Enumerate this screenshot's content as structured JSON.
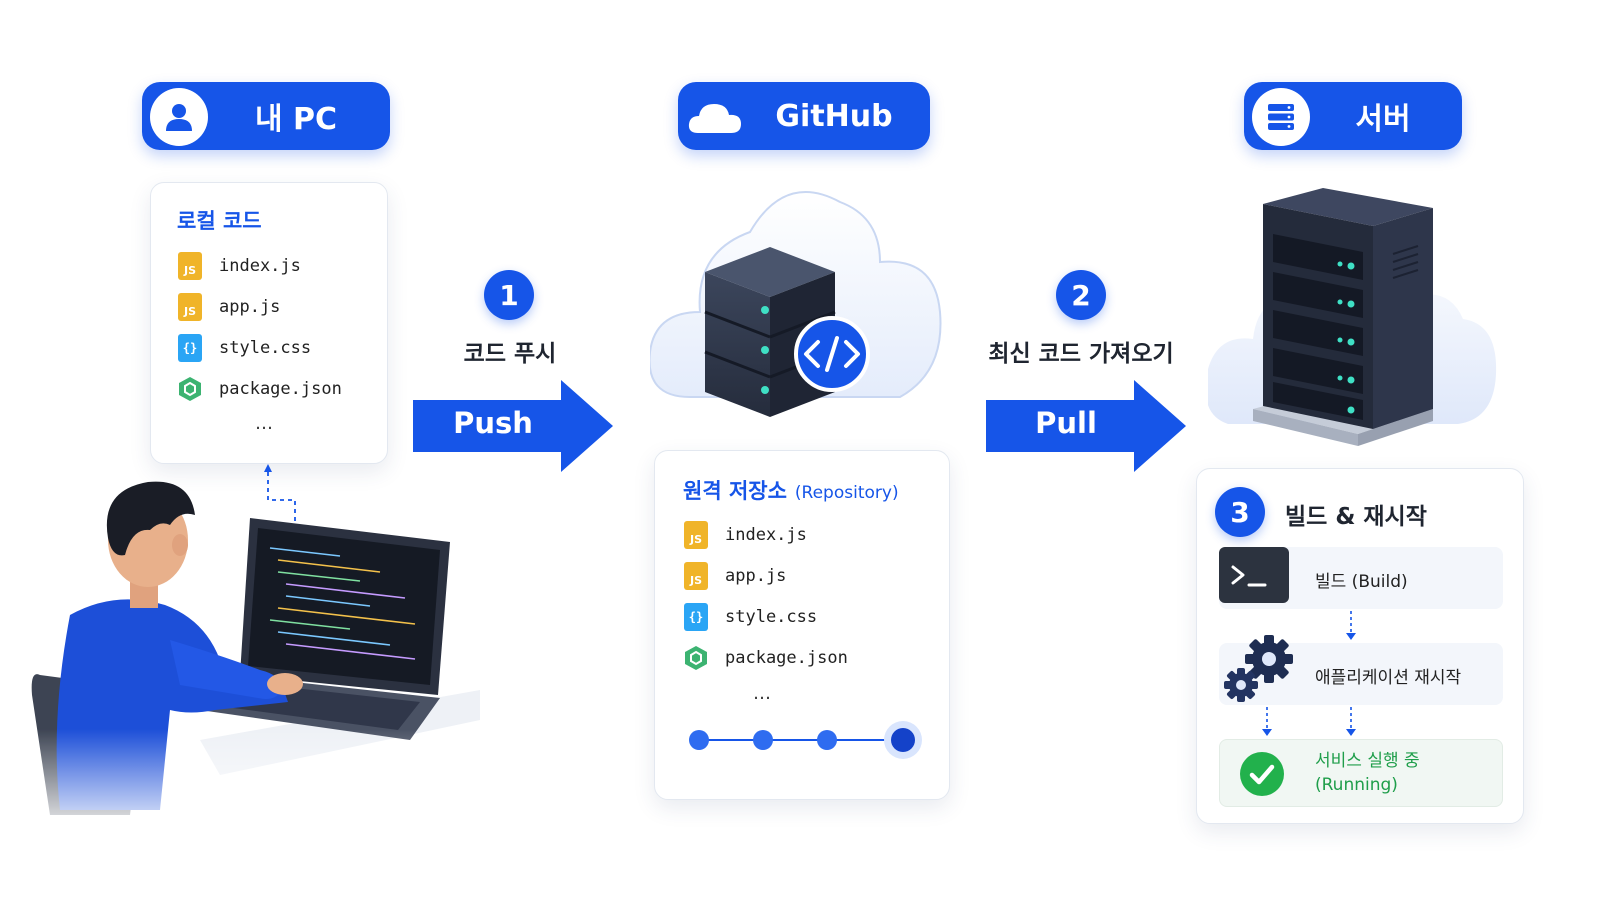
{
  "columns": {
    "pc": {
      "label": "내 PC",
      "icon": "user-icon"
    },
    "github": {
      "label": "GitHub",
      "icon": "cloud-icon"
    },
    "server": {
      "label": "서버",
      "icon": "server-icon"
    }
  },
  "local": {
    "title": "로컬 코드",
    "files": [
      {
        "name": "index.js",
        "icon": "js-file-icon"
      },
      {
        "name": "app.js",
        "icon": "js-file-icon"
      },
      {
        "name": "style.css",
        "icon": "css-file-icon"
      },
      {
        "name": "package.json",
        "icon": "node-package-icon"
      }
    ],
    "more": "…"
  },
  "repo": {
    "title": "원격 저장소",
    "subtitle": "(Repository)",
    "files": [
      {
        "name": "index.js",
        "icon": "js-file-icon"
      },
      {
        "name": "app.js",
        "icon": "js-file-icon"
      },
      {
        "name": "style.css",
        "icon": "css-file-icon"
      },
      {
        "name": "package.json",
        "icon": "node-package-icon"
      }
    ],
    "more": "…"
  },
  "steps": [
    {
      "number": "1",
      "label": "코드 푸시",
      "arrow": "Push"
    },
    {
      "number": "2",
      "label": "최신 코드 가져오기",
      "arrow": "Pull"
    },
    {
      "number": "3",
      "label": "빌드 & 재시작"
    }
  ],
  "server_stages": [
    {
      "label": "빌드 (Build)",
      "icon": "terminal-icon"
    },
    {
      "label": "애플리케이션 재시작",
      "icon": "gears-icon"
    },
    {
      "label": "서비스 실행 중",
      "sublabel": "(Running)",
      "icon": "check-circle-icon"
    }
  ],
  "colors": {
    "primary": "#1655e8",
    "success": "#22b14c",
    "js": "#f0b429",
    "css": "#2aa5f5",
    "node": "#3cb371"
  }
}
